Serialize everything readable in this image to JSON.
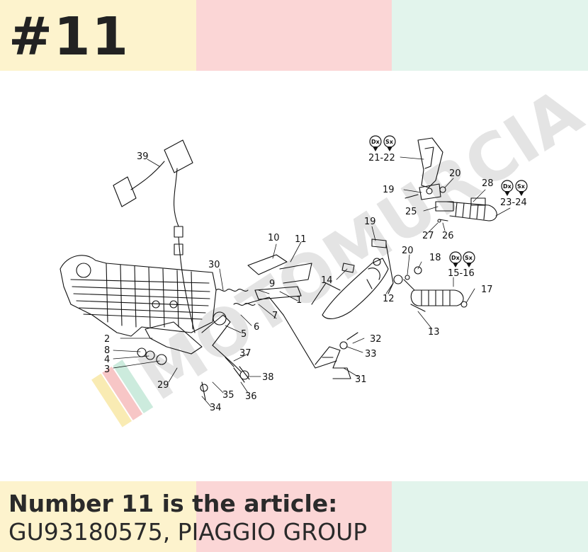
{
  "header": {
    "badge": "#11"
  },
  "footer": {
    "line1": "Number 11 is the article:",
    "line2": "GU93180575, PIAGGIO GROUP"
  },
  "watermark": {
    "text": "MOTOMURCIA"
  },
  "colors": {
    "band_yellow": "#fdf3cd",
    "band_pink": "#fbd6d6",
    "band_green": "#e2f4ec",
    "ink": "#111111"
  },
  "diagram": {
    "labels": {
      "p1": "1",
      "p2": "2",
      "p3": "3",
      "p4": "4",
      "p5": "5",
      "p6": "6",
      "p7": "7",
      "p8": "8",
      "p9": "9",
      "p10": "10",
      "p11": "11",
      "p12": "12",
      "p13": "13",
      "p14": "14",
      "p15_16": "15-16",
      "p17": "17",
      "p18": "18",
      "p19a": "19",
      "p19b": "19",
      "p20a": "20",
      "p20b": "20",
      "p21_22": "21-22",
      "p23_24": "23-24",
      "p25": "25",
      "p26": "26",
      "p27": "27",
      "p28": "28",
      "p29": "29",
      "p30": "30",
      "p31": "31",
      "p32": "32",
      "p33": "33",
      "p34": "34",
      "p35": "35",
      "p36": "36",
      "p37": "37",
      "p38": "38",
      "p39": "39"
    },
    "pins": {
      "dx": "Dx",
      "sx": "Sx"
    }
  }
}
